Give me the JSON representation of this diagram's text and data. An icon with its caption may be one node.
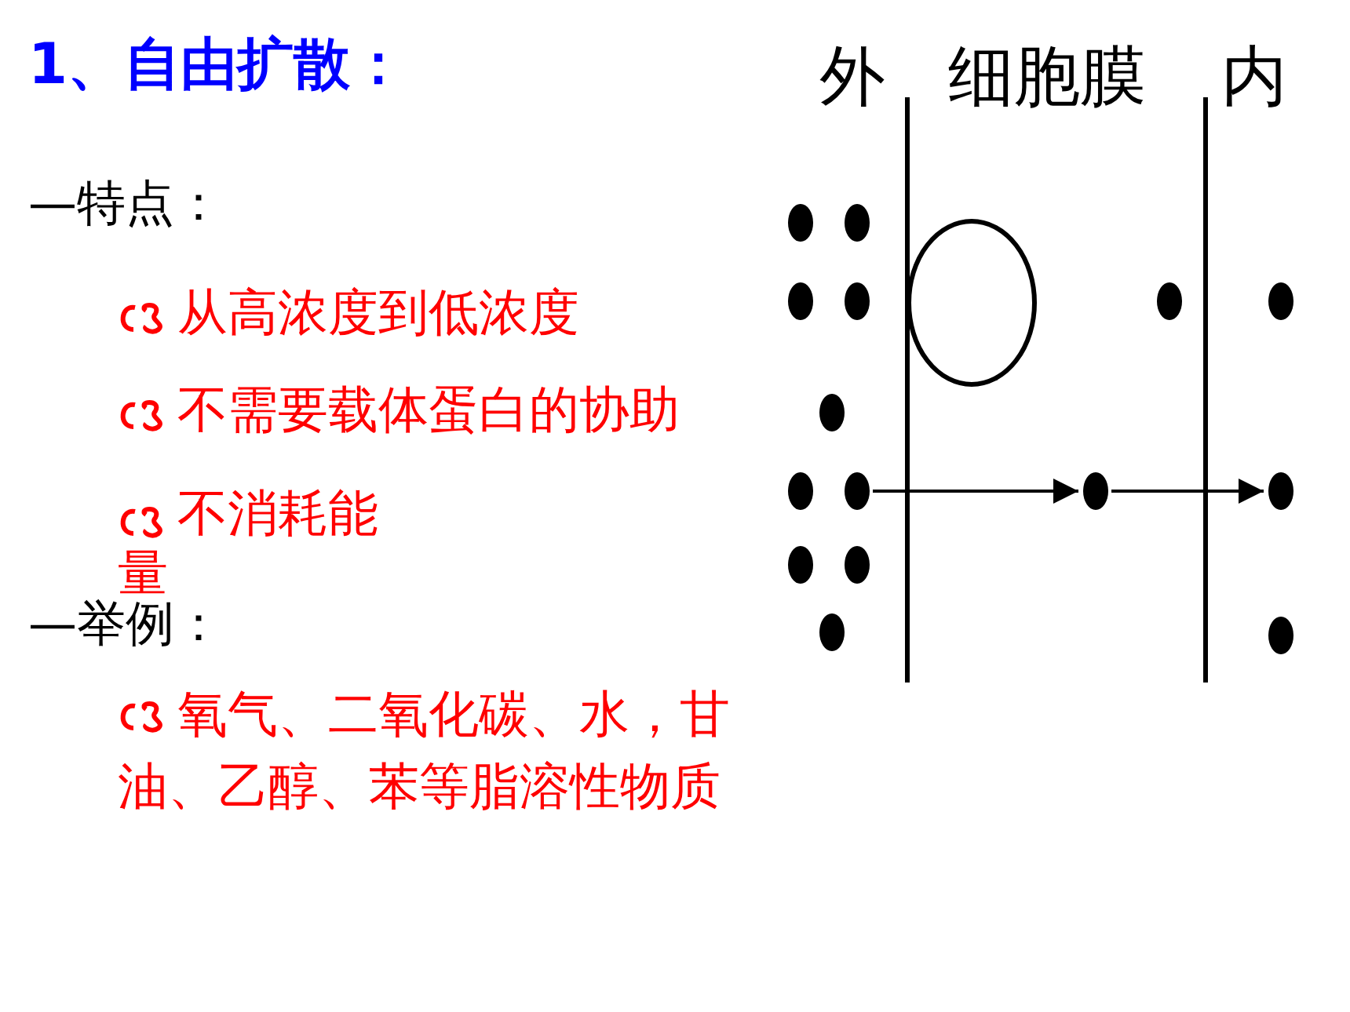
{
  "diagram": {
    "title": "1、自由扩散：",
    "nodes": [
      {
        "text": [],
        "shape": "circle"
      },
      {
        "text": [],
        "shape": "circle"
      },
      {
        "text": [],
        "shape": "circle"
      }
    ],
    "edges": [
      {
        "from": 0,
        "to": 1,
        "arrow": "to"
      },
      {
        "from": 1,
        "to": 2,
        "arrow": "to"
      }
    ],
    "labels": [
      "—特点：",
      "从高浓度到低浓度",
      "不需要载体蛋白的协助",
      "不消耗能量",
      "—举例：",
      "氧气、二氧化碳、水，甘油、乙醇、苯等脂溶性物质",
      "外",
      "细胞膜",
      "内"
    ]
  }
}
